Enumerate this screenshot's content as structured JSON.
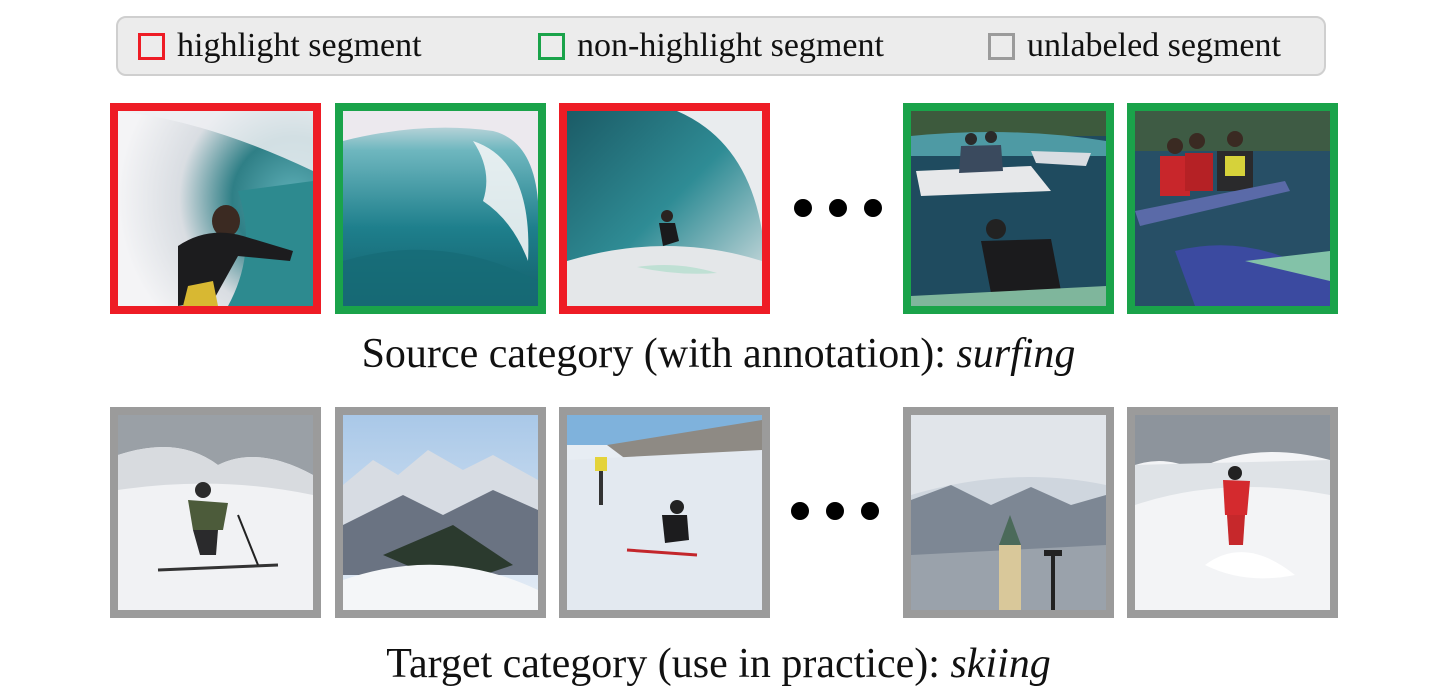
{
  "colors": {
    "highlight": "#ee1c25",
    "non_highlight": "#1aa34a",
    "unlabeled": "#9b9b9b"
  },
  "legend": {
    "items": [
      {
        "label": "highlight segment",
        "kind": "highlight"
      },
      {
        "label": "non-highlight segment",
        "kind": "non_highlight"
      },
      {
        "label": "unlabeled segment",
        "kind": "unlabeled"
      }
    ]
  },
  "source": {
    "caption_prefix": "Source category (with annotation): ",
    "category": "surfing",
    "frames": [
      {
        "scene": "surfer inside wave barrel",
        "label": "highlight"
      },
      {
        "scene": "breaking ocean wave",
        "label": "non_highlight"
      },
      {
        "scene": "surfer riding large wave",
        "label": "highlight"
      },
      {
        "scene": "people on jet skis at sea",
        "label": "non_highlight"
      },
      {
        "scene": "surfers on rescue boat",
        "label": "non_highlight"
      }
    ]
  },
  "target": {
    "caption_prefix": "Target category (use in practice): ",
    "category": "skiing",
    "frames": [
      {
        "scene": "skier on snowy slope",
        "label": "unlabeled"
      },
      {
        "scene": "snowy mountain panorama",
        "label": "unlabeled"
      },
      {
        "scene": "skier on piste with marker pole",
        "label": "unlabeled"
      },
      {
        "scene": "mountains with church tower",
        "label": "unlabeled"
      },
      {
        "scene": "skier in red in powder snow",
        "label": "unlabeled"
      }
    ]
  }
}
